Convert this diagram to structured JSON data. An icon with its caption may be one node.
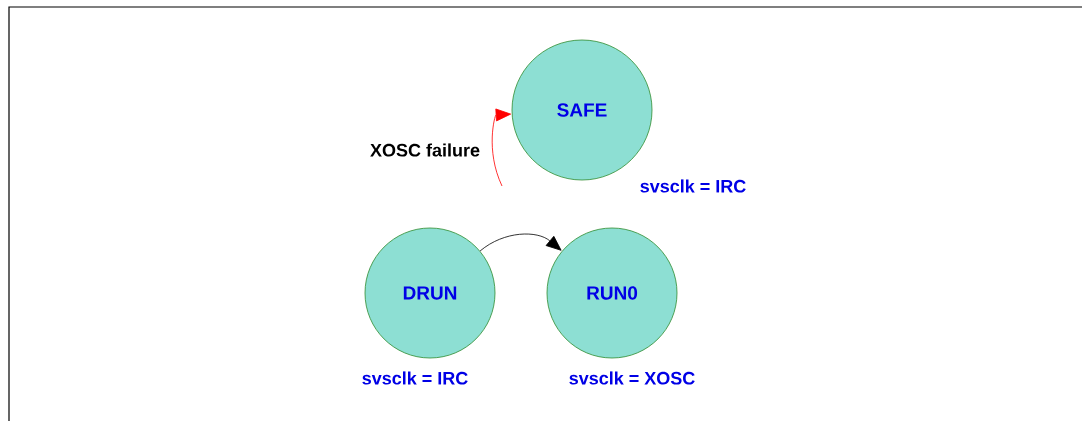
{
  "diagram": {
    "nodes": [
      {
        "text": [
          "SAFE"
        ],
        "beside": [
          "svsclk = IRC"
        ]
      },
      {
        "text": [
          "DRUN"
        ],
        "beside": [
          "svsclk = IRC"
        ]
      },
      {
        "text": [
          "RUN0"
        ],
        "beside": [
          "svsclk = XOSC"
        ]
      }
    ],
    "edges": [
      {
        "from": 1,
        "to": 2,
        "arrow": "to"
      },
      {
        "from": null,
        "to": 0,
        "arrow": "to",
        "label": "XOSC failure",
        "color": "#ff0000"
      }
    ]
  }
}
